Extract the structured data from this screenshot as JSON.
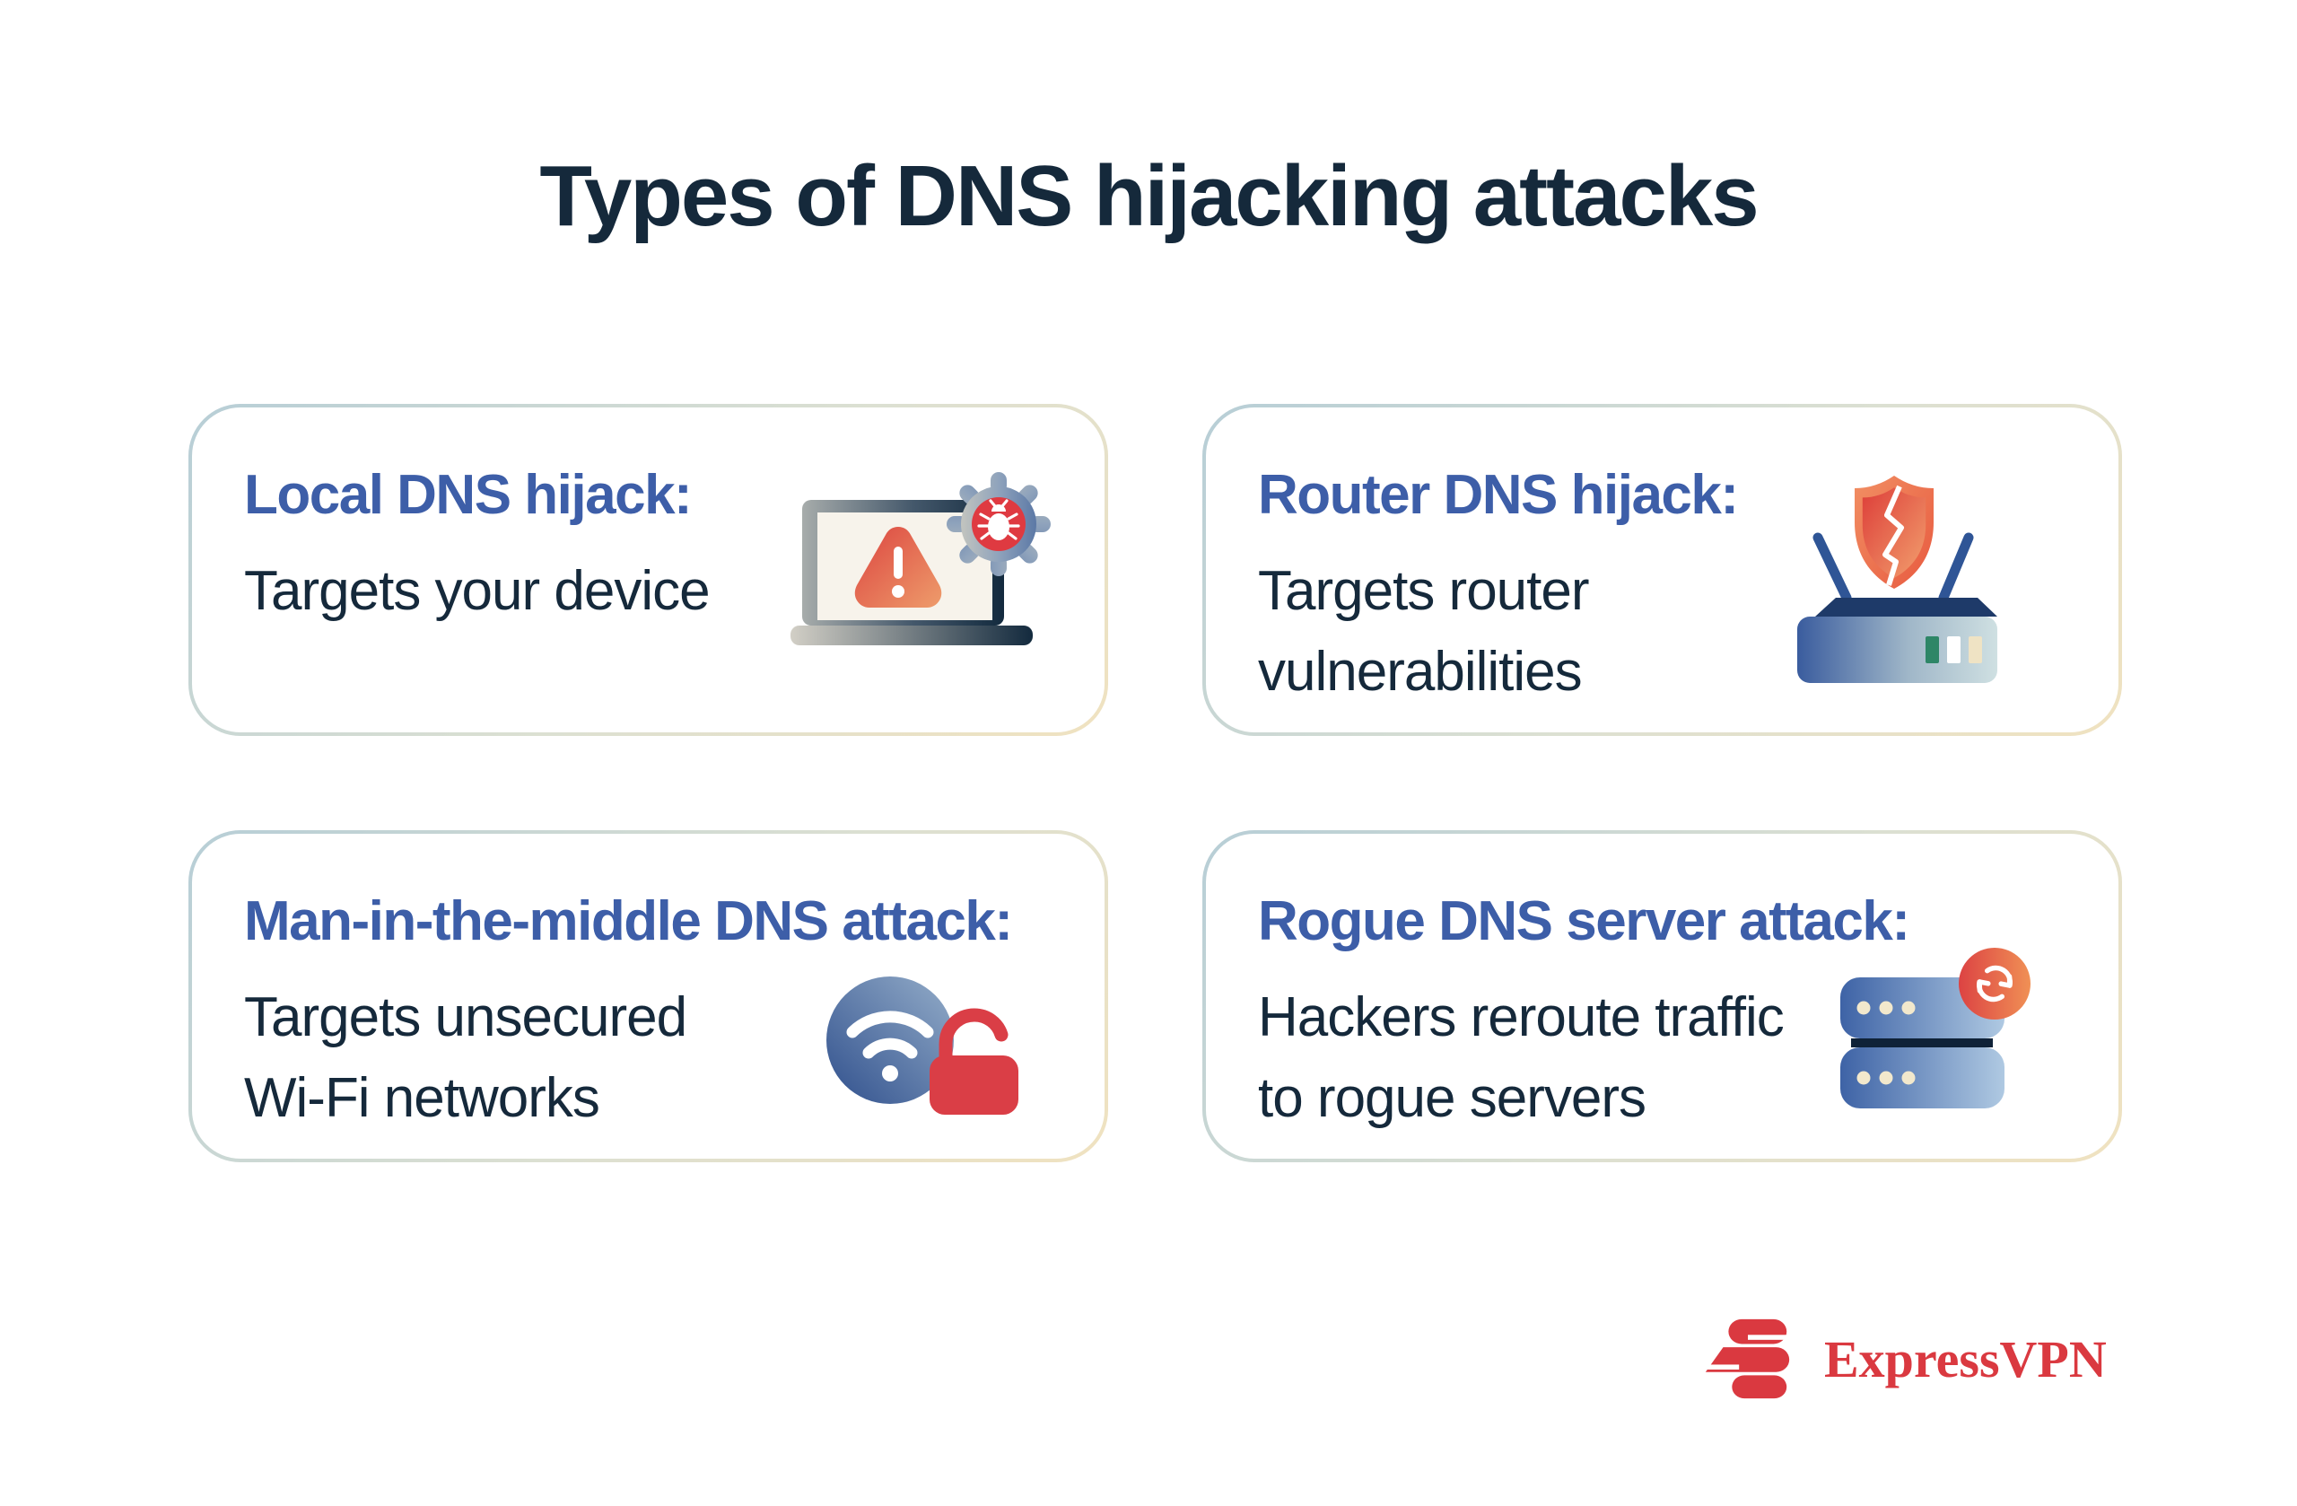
{
  "title": "Types of DNS hijacking attacks",
  "colors": {
    "text_navy": "#15293B",
    "heading_blue": "#3D5EA8",
    "brand_red": "#DA3940",
    "card_border_start": "#B7CED6",
    "card_border_end": "#F0E2C0",
    "alert_red": "#DC4540",
    "alert_orange": "#EE9C6B",
    "icon_blue": "#3A5C9E",
    "light_green": "#2E8667",
    "cream": "#EFE3C4"
  },
  "cards": [
    {
      "heading": "Local DNS hijack:",
      "body_lines": [
        "Targets your device"
      ],
      "icon": "laptop-warning-gear-icon"
    },
    {
      "heading": "Router DNS hijack:",
      "body_lines": [
        "Targets router",
        "vulnerabilities"
      ],
      "icon": "router-broken-shield-icon"
    },
    {
      "heading": "Man-in-the-middle DNS attack:",
      "body_lines": [
        "Targets unsecured",
        "Wi-Fi networks"
      ],
      "icon": "wifi-open-padlock-icon"
    },
    {
      "heading": "Rogue DNS server attack:",
      "body_lines": [
        "Hackers reroute traffic",
        "to rogue servers"
      ],
      "icon": "server-reroute-icon"
    }
  ],
  "footer": {
    "brand": "ExpressVPN"
  }
}
